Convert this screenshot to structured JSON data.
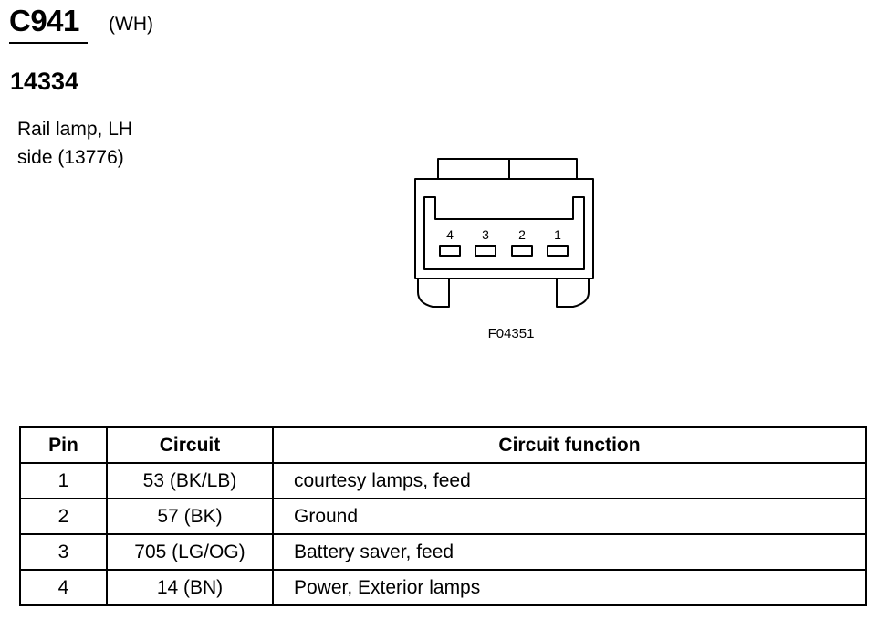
{
  "header": {
    "connector_id": "C941",
    "connector_color": "(WH)",
    "part_number": "14334",
    "location_line1": "Rail lamp, LH",
    "location_line2": "side (13776)"
  },
  "diagram": {
    "pin_labels": [
      "4",
      "3",
      "2",
      "1"
    ],
    "figure_code": "F04351"
  },
  "table": {
    "headers": [
      "Pin",
      "Circuit",
      "Circuit function"
    ],
    "rows": [
      {
        "pin": "1",
        "circuit": "53 (BK/LB)",
        "function": "courtesy lamps, feed"
      },
      {
        "pin": "2",
        "circuit": "57 (BK)",
        "function": "Ground"
      },
      {
        "pin": "3",
        "circuit": "705 (LG/OG)",
        "function": "Battery saver, feed"
      },
      {
        "pin": "4",
        "circuit": "14 (BN)",
        "function": "Power, Exterior lamps"
      }
    ]
  }
}
